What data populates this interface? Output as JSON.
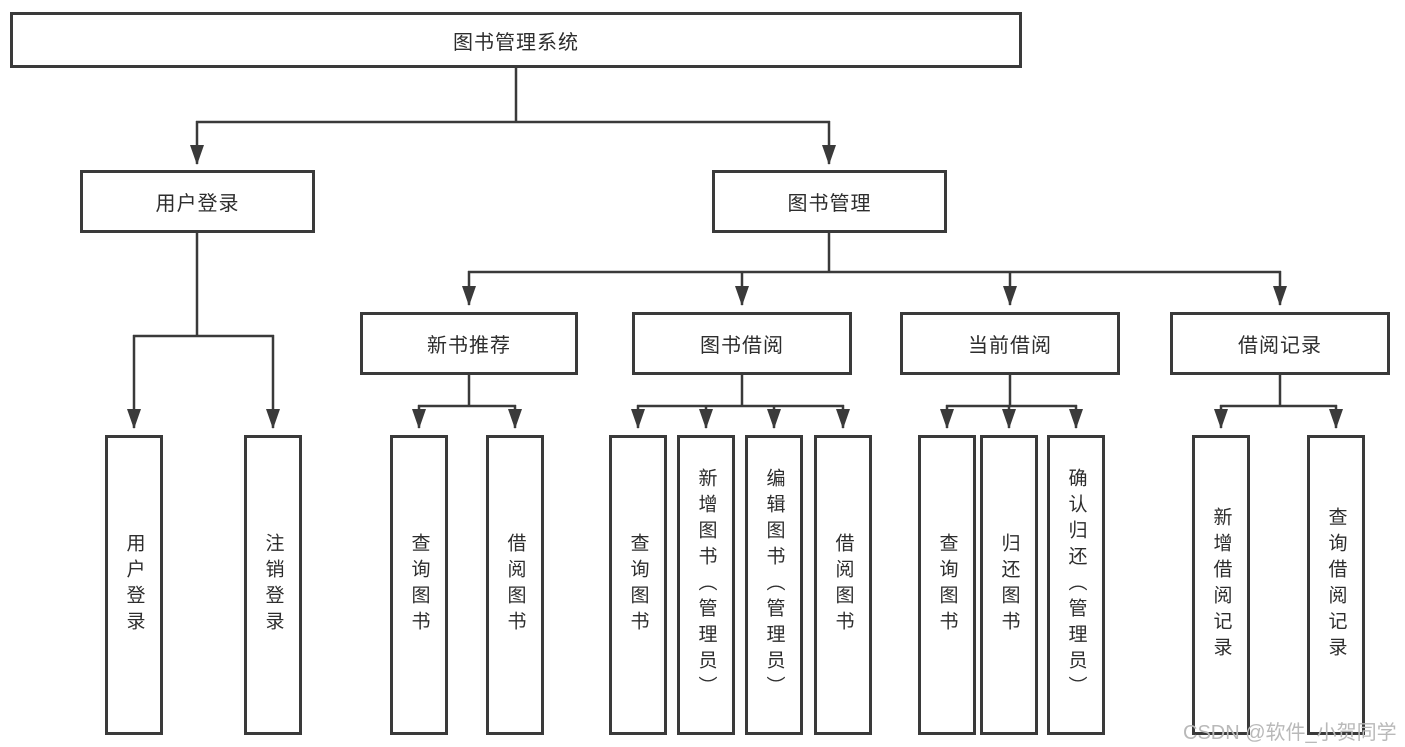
{
  "colors": {
    "line": "#3a3a3a",
    "box_border": "#3a3a3a",
    "text": "#2d2d2d",
    "watermark": "#b9b9b9",
    "background": "#ffffff"
  },
  "tree": {
    "root": "图书管理系统",
    "branches": [
      {
        "label": "用户登录",
        "children": [
          "用户登录",
          "注销登录"
        ]
      },
      {
        "label": "图书管理",
        "groups": [
          {
            "label": "新书推荐",
            "children": [
              "查询图书",
              "借阅图书"
            ]
          },
          {
            "label": "图书借阅",
            "children": [
              "查询图书",
              "新增图书（管理员）",
              "编辑图书（管理员）",
              "借阅图书"
            ]
          },
          {
            "label": "当前借阅",
            "children": [
              "查询图书",
              "归还图书",
              "确认归还（管理员）"
            ]
          },
          {
            "label": "借阅记录",
            "children": [
              "新增借阅记录",
              "查询借阅记录"
            ]
          }
        ]
      }
    ]
  },
  "watermark": "CSDN @软件_小贺同学"
}
